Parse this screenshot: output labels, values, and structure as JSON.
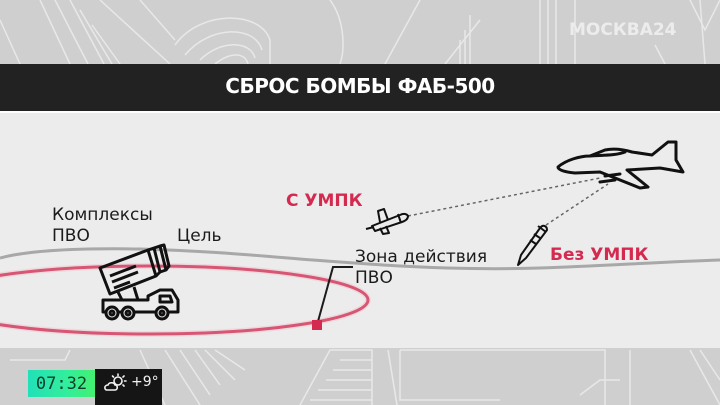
{
  "channel": {
    "logo": "МОСКВА24"
  },
  "header": {
    "title": "СБРОС БОМБЫ ФАБ-500"
  },
  "diagram": {
    "labels": {
      "air_defense_complexes_line1": "Комплексы",
      "air_defense_complexes_line2": "ПВО",
      "target": "Цель",
      "zone_line1": "Зона действия",
      "zone_line2": "ПВО",
      "with_umpk": "С УМПК",
      "without_umpk": "Без УМПК"
    },
    "icons": [
      "rocket-launcher-truck-icon",
      "jet-aircraft-icon",
      "guided-bomb-icon",
      "unguided-bomb-icon",
      "target-marker-icon"
    ],
    "colors": {
      "accent_red": "#d42a4f",
      "ellipse_red": "#c8234a",
      "terrain_gray": "#a8a8a8",
      "band_dark": "#232222"
    }
  },
  "status_bar": {
    "time": "07:32",
    "weather_icon": "partly-cloudy-icon",
    "temperature": "+9°"
  }
}
